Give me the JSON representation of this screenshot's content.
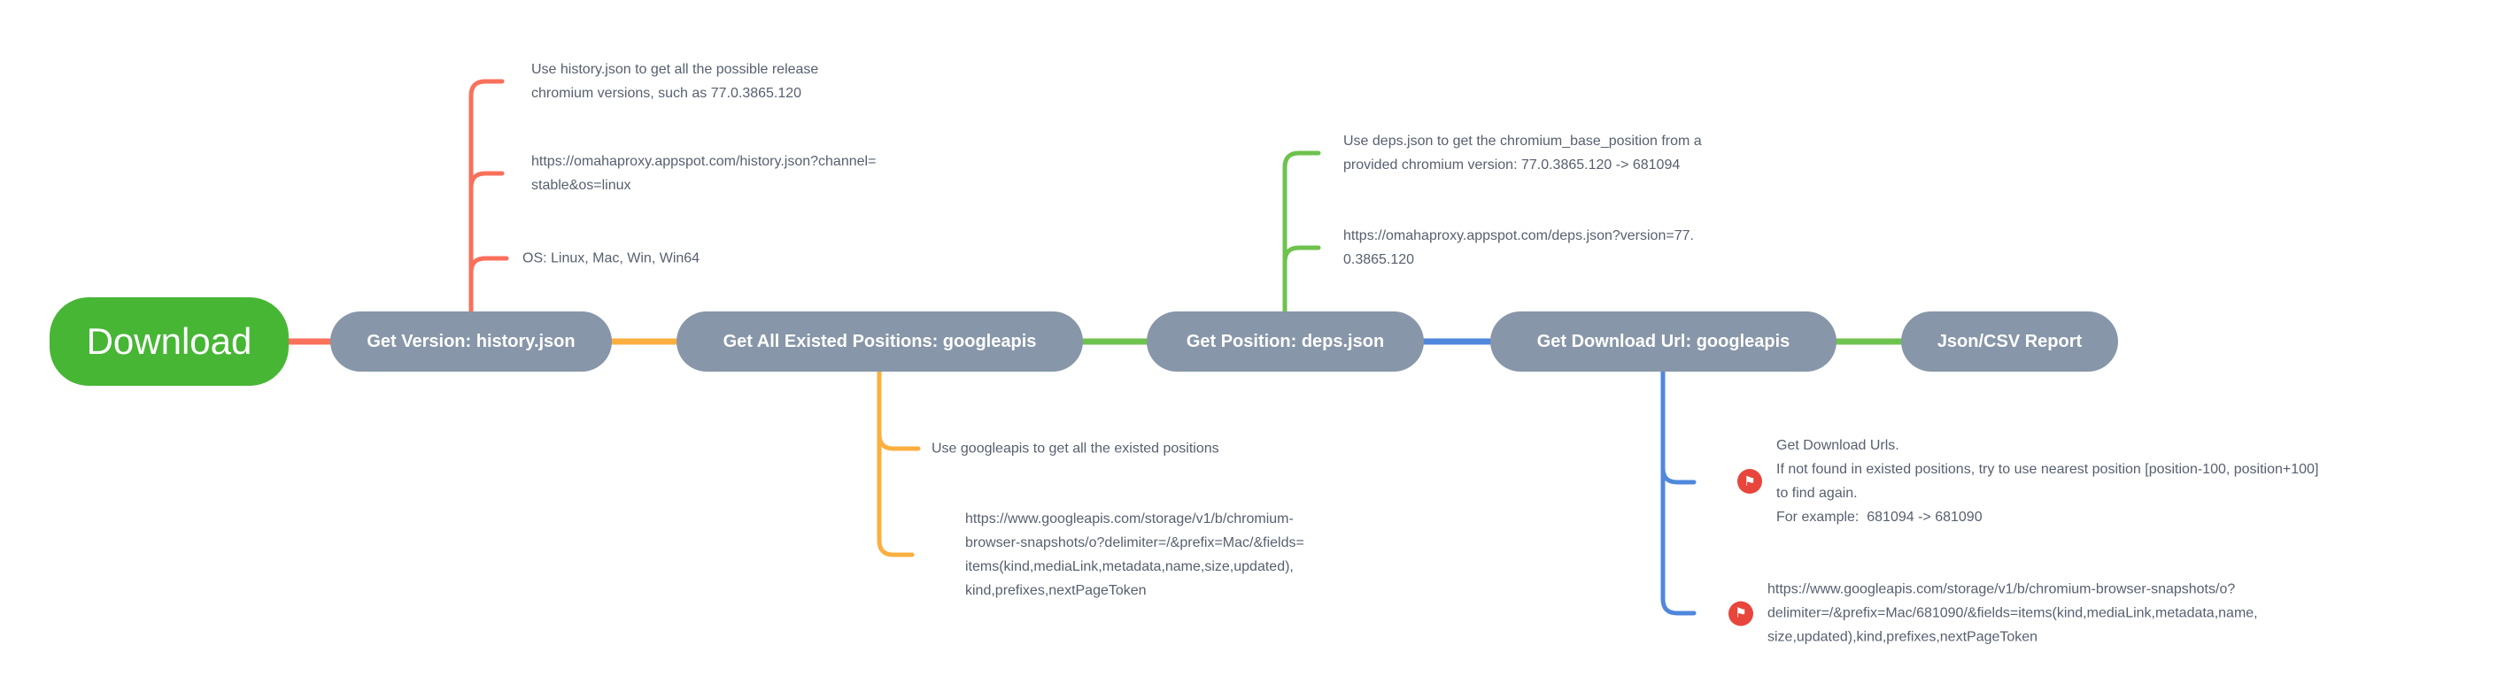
{
  "mindmap": {
    "root": {
      "label": "Download"
    },
    "nodes": [
      {
        "label": "Get Version: history.json"
      },
      {
        "label": "Get All Existed Positions: googleapis"
      },
      {
        "label": "Get Position: deps.json"
      },
      {
        "label": "Get Download Url: googleapis"
      },
      {
        "label": "Json/CSV Report"
      }
    ],
    "annotations": {
      "version": [
        {
          "text": "Use history.json to get all the possible release\nchromium versions, such as 77.0.3865.120"
        },
        {
          "text": "https://omahaproxy.appspot.com/history.json?channel=\nstable&os=linux"
        },
        {
          "text": "OS: Linux, Mac, Win, Win64"
        }
      ],
      "position": [
        {
          "text": "Use deps.json to get the chromium_base_position from a\nprovided chromium version: 77.0.3865.120 -> 681094"
        },
        {
          "text": "https://omahaproxy.appspot.com/deps.json?version=77.\n0.3865.120"
        }
      ],
      "existed": [
        {
          "text": "Use googleapis to get all the existed positions"
        },
        {
          "text": "https://www.googleapis.com/storage/v1/b/chromium-\nbrowser-snapshots/o?delimiter=/&prefix=Mac/&fields=\nitems(kind,mediaLink,metadata,name,size,updated),\nkind,prefixes,nextPageToken"
        }
      ],
      "download": [
        {
          "icon": "flag",
          "text": "Get Download Urls.\nIf not found in existed positions, try to use nearest position [position-100, position+100]\nto find again.\nFor example:  681094 -> 681090"
        },
        {
          "icon": "flag",
          "text": "https://www.googleapis.com/storage/v1/b/chromium-browser-snapshots/o?\ndelimiter=/&prefix=Mac/681090/&fields=items(kind,mediaLink,metadata,name,\nsize,updated),kind,prefixes,nextPageToken"
        }
      ]
    },
    "icons": {
      "flag": "⚑"
    },
    "colors": {
      "root_green": "#47B635",
      "node_gray": "#8796A8",
      "branch_red": "#F9705B",
      "branch_orange": "#FBAF40",
      "branch_green": "#6EC24E",
      "branch_blue": "#4F87DC",
      "flag_red": "#E8453C",
      "text": "#57606F",
      "background": "#FFFFFF"
    }
  }
}
